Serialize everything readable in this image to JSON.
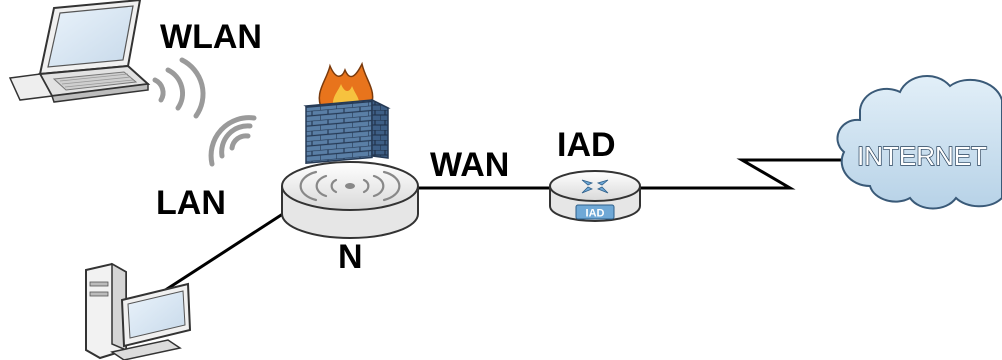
{
  "labels": {
    "wlan": "WLAN",
    "lan": "LAN",
    "wan": "WAN",
    "iad": "IAD",
    "device": "N",
    "iad_badge": "IAD",
    "internet": "INTERNET"
  },
  "nodes": [
    {
      "id": "laptop",
      "icon": "laptop-icon"
    },
    {
      "id": "wireless-signal",
      "icon": "wireless-signal-icon"
    },
    {
      "id": "firewall",
      "icon": "firewall-icon"
    },
    {
      "id": "router-n",
      "icon": "wireless-router-icon"
    },
    {
      "id": "iad",
      "icon": "iad-router-icon"
    },
    {
      "id": "internet",
      "icon": "cloud-icon"
    },
    {
      "id": "desktop-pc",
      "icon": "desktop-computer-icon"
    }
  ],
  "links": [
    {
      "from": "router-n",
      "to": "desktop-pc",
      "type": "LAN"
    },
    {
      "from": "router-n",
      "to": "iad",
      "type": "WAN"
    },
    {
      "from": "iad",
      "to": "internet",
      "type": "lightning"
    }
  ],
  "colors": {
    "line": "#000000",
    "firewall_brick": "#5a7fa6",
    "firewall_mortar": "#263a55",
    "flame_outer": "#e8741c",
    "flame_inner": "#f6c23e",
    "cloud_fill": "#c9dfee",
    "cloud_stroke": "#3a5a78",
    "device_fill": "#f4f4f4",
    "device_stroke": "#333333",
    "signal_gray": "#9a9a9a",
    "iad_arrow": "#6fa8d6"
  }
}
